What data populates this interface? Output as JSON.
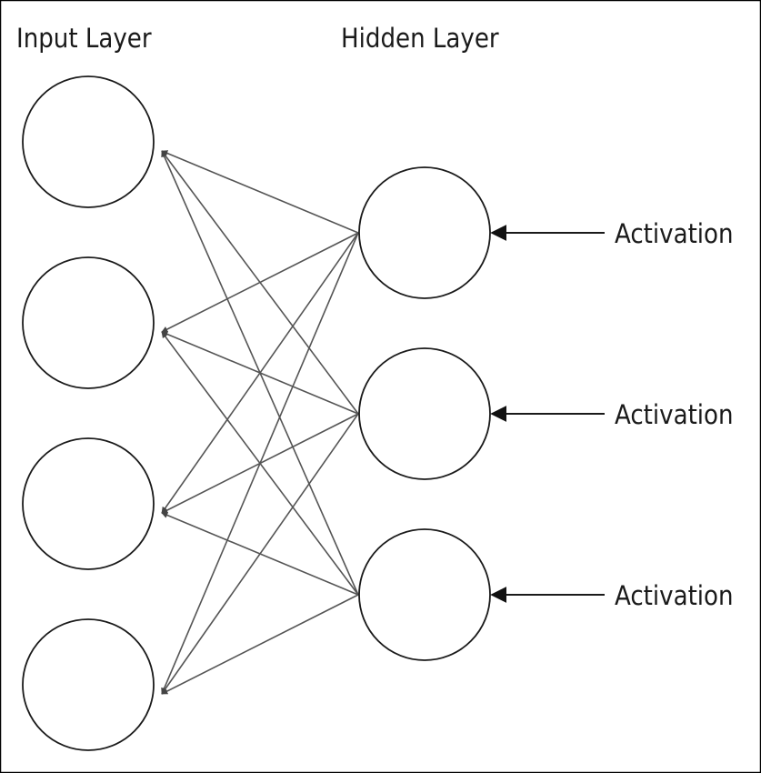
{
  "diagram": {
    "layers": [
      {
        "label": "Input Layer",
        "node_count": 4
      },
      {
        "label": "Hidden Layer",
        "node_count": 3
      }
    ],
    "activations": [
      "Activation",
      "Activation",
      "Activation"
    ],
    "edges": "every hidden node connects to every input node, arrows pointing to input nodes",
    "colors": {
      "edge": "#555555",
      "node_stroke": "#1a1a1a",
      "border": "#000000"
    }
  }
}
